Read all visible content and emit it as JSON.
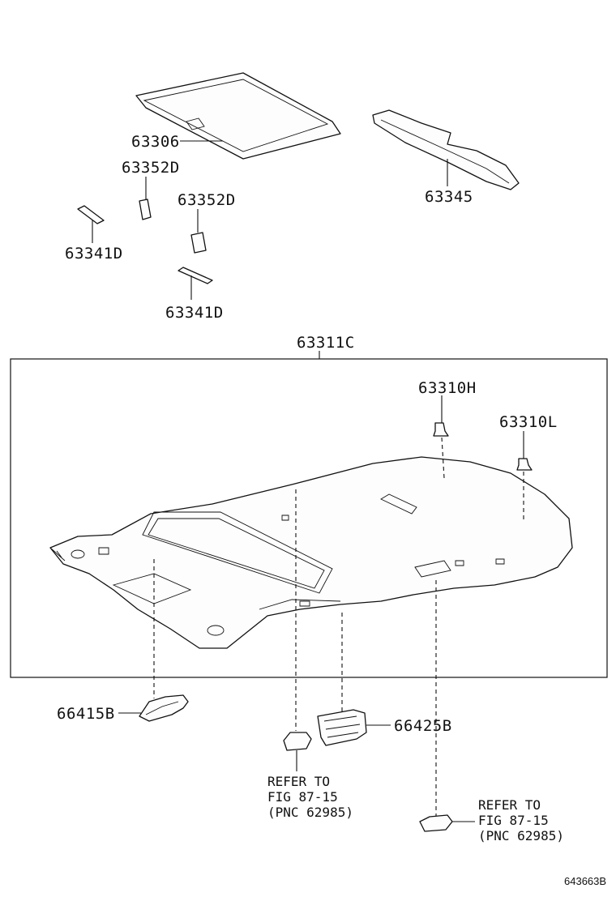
{
  "parts": {
    "p63306": "63306",
    "p63352d_a": "63352D",
    "p63352d_b": "63352D",
    "p63341d_a": "63341D",
    "p63341d_b": "63341D",
    "p63345": "63345",
    "p63311c": "63311C",
    "p63310h": "63310H",
    "p63310l": "63310L",
    "p66415b": "66415B",
    "p66425b": "66425B"
  },
  "refs": [
    {
      "line1": "REFER TO",
      "line2": "FIG 87-15",
      "line3": "(PNC 62985)"
    },
    {
      "line1": "REFER TO",
      "line2": "FIG 87-15",
      "line3": "(PNC 62985)"
    }
  ],
  "figure_id": "643663B"
}
